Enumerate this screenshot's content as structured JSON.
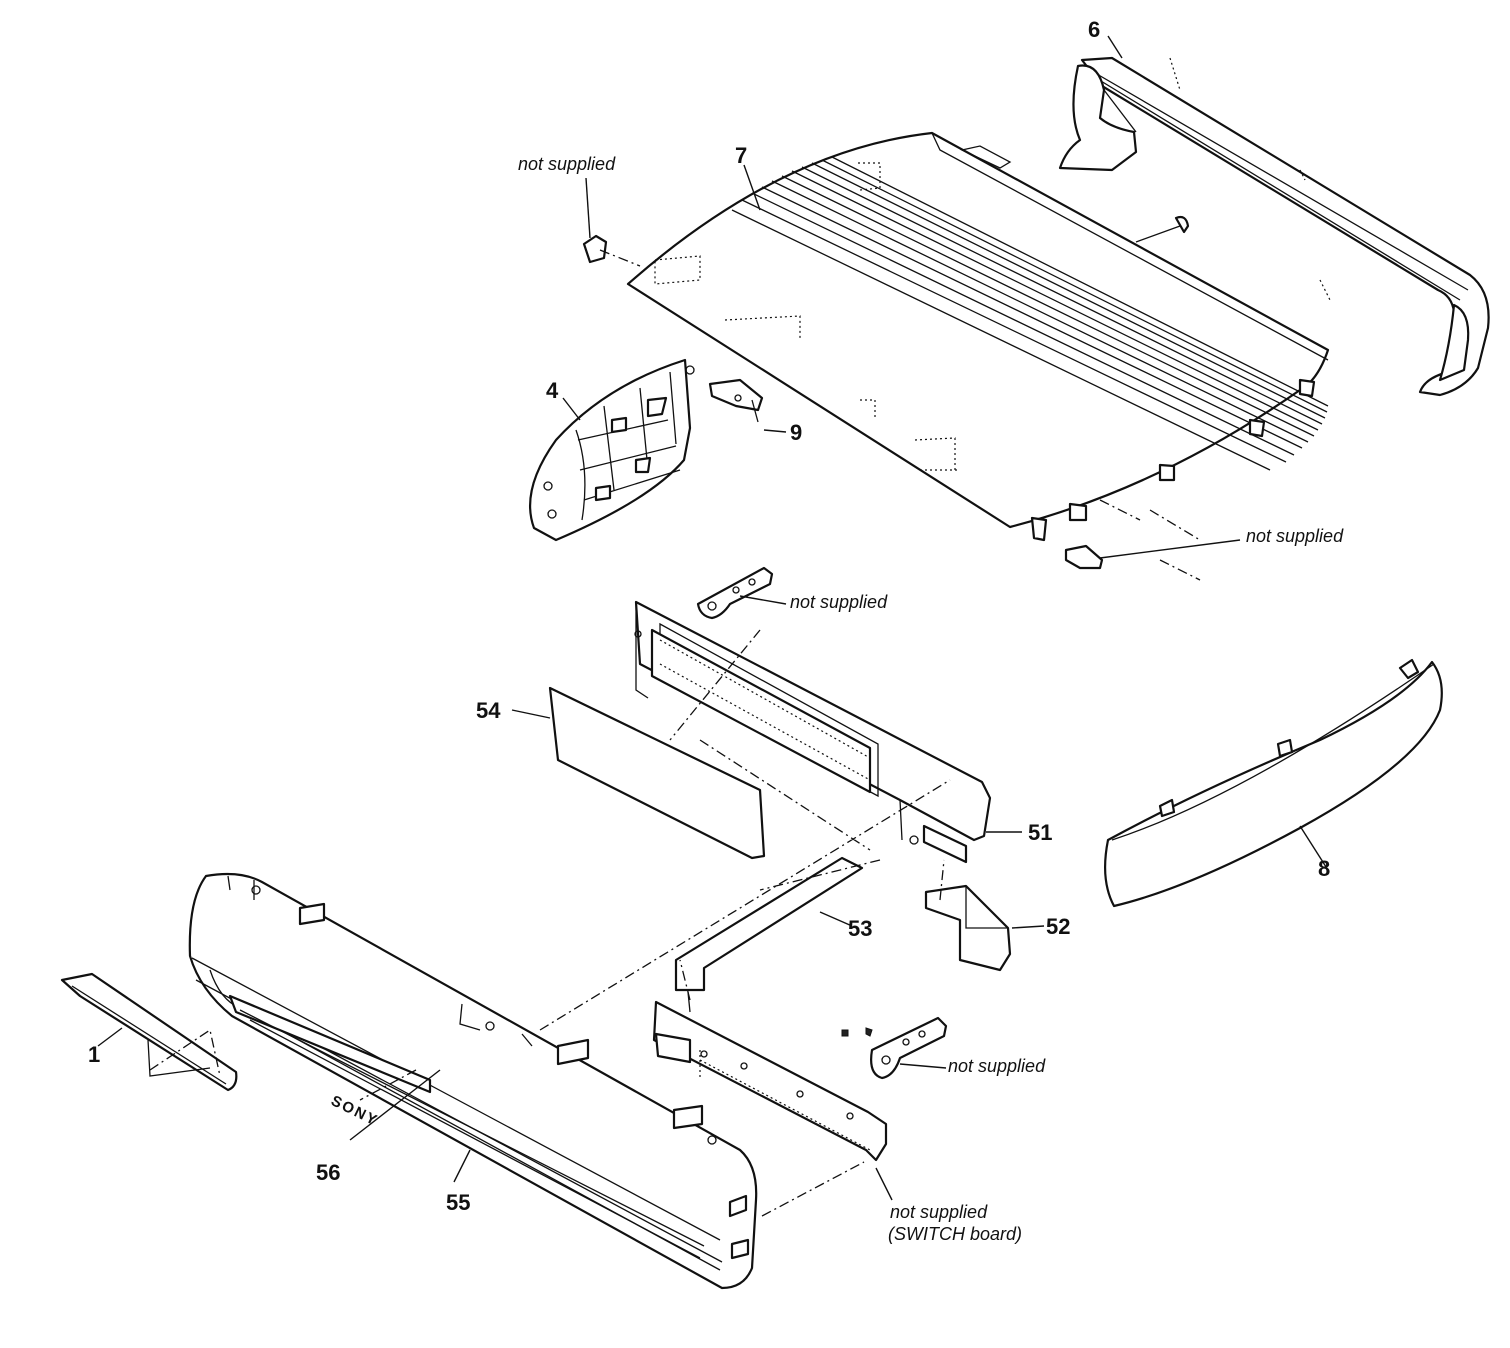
{
  "callouts": [
    {
      "id": "1",
      "label": "1"
    },
    {
      "id": "4",
      "label": "4"
    },
    {
      "id": "6",
      "label": "6"
    },
    {
      "id": "7",
      "label": "7"
    },
    {
      "id": "8",
      "label": "8"
    },
    {
      "id": "9",
      "label": "9"
    },
    {
      "id": "51",
      "label": "51"
    },
    {
      "id": "52",
      "label": "52"
    },
    {
      "id": "53",
      "label": "53"
    },
    {
      "id": "54",
      "label": "54"
    },
    {
      "id": "55",
      "label": "55"
    },
    {
      "id": "56",
      "label": "56"
    }
  ],
  "notes": {
    "top_left": "not supplied",
    "right_top_cover": "not supplied",
    "bracket_top": "not supplied",
    "bracket_switch": "not supplied",
    "switch_board_line1": "not supplied",
    "switch_board_line2": "(SWITCH board)"
  },
  "logo_text": "SONY"
}
